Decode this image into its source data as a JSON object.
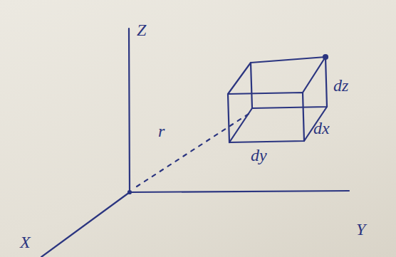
{
  "diagram": {
    "labels": [
      "Z",
      "r⃗",
      "dz",
      "dx",
      "dy",
      "Y",
      "X"
    ]
  }
}
